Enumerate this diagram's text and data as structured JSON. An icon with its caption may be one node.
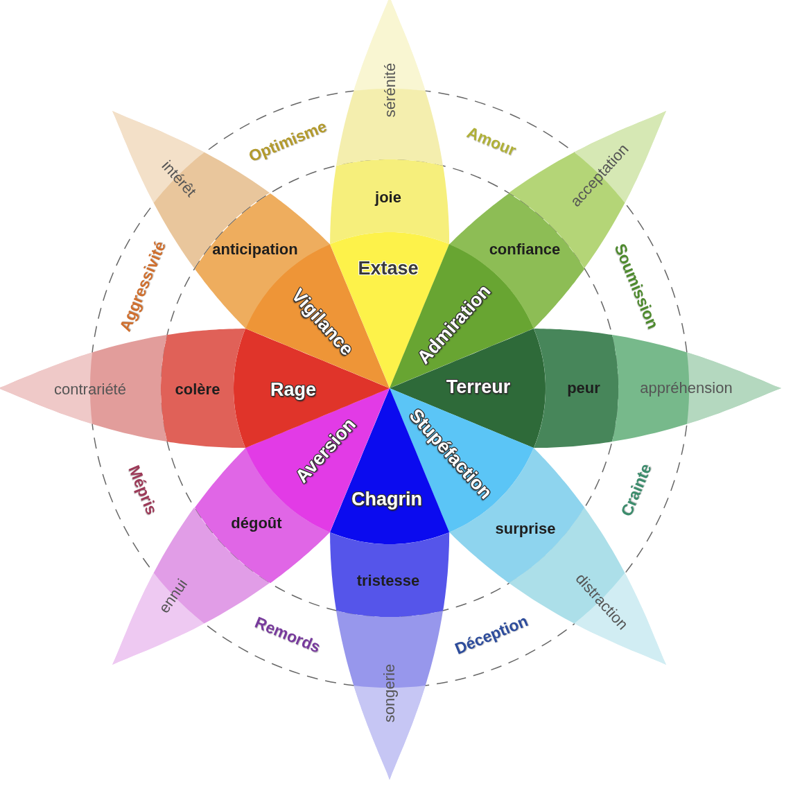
{
  "diagram": {
    "nodes": [
      {
        "text": [
          "Extase"
        ]
      },
      {
        "text": [
          "joie"
        ]
      },
      {
        "text": [
          "sérénité"
        ]
      },
      {
        "text": [
          "Admiration"
        ]
      },
      {
        "text": [
          "confiance"
        ]
      },
      {
        "text": [
          "acceptation"
        ]
      },
      {
        "text": [
          "Terreur"
        ]
      },
      {
        "text": [
          "peur"
        ]
      },
      {
        "text": [
          "appréhension"
        ]
      },
      {
        "text": [
          "Stupéfaction"
        ]
      },
      {
        "text": [
          "surprise"
        ]
      },
      {
        "text": [
          "distraction"
        ]
      },
      {
        "text": [
          "Chagrin"
        ]
      },
      {
        "text": [
          "tristesse"
        ]
      },
      {
        "text": [
          "songerie"
        ]
      },
      {
        "text": [
          "Aversion"
        ]
      },
      {
        "text": [
          "dégoût"
        ]
      },
      {
        "text": [
          "ennui"
        ]
      },
      {
        "text": [
          "Rage"
        ]
      },
      {
        "text": [
          "colère"
        ]
      },
      {
        "text": [
          "contrariété"
        ]
      },
      {
        "text": [
          "Vigilance"
        ]
      },
      {
        "text": [
          "anticipation"
        ]
      },
      {
        "text": [
          "intérêt"
        ]
      }
    ],
    "labels": [
      "Optimisme",
      "Amour",
      "Soumission",
      "Crainte",
      "Déception",
      "Remords",
      "Mépris",
      "Aggressivité"
    ]
  }
}
